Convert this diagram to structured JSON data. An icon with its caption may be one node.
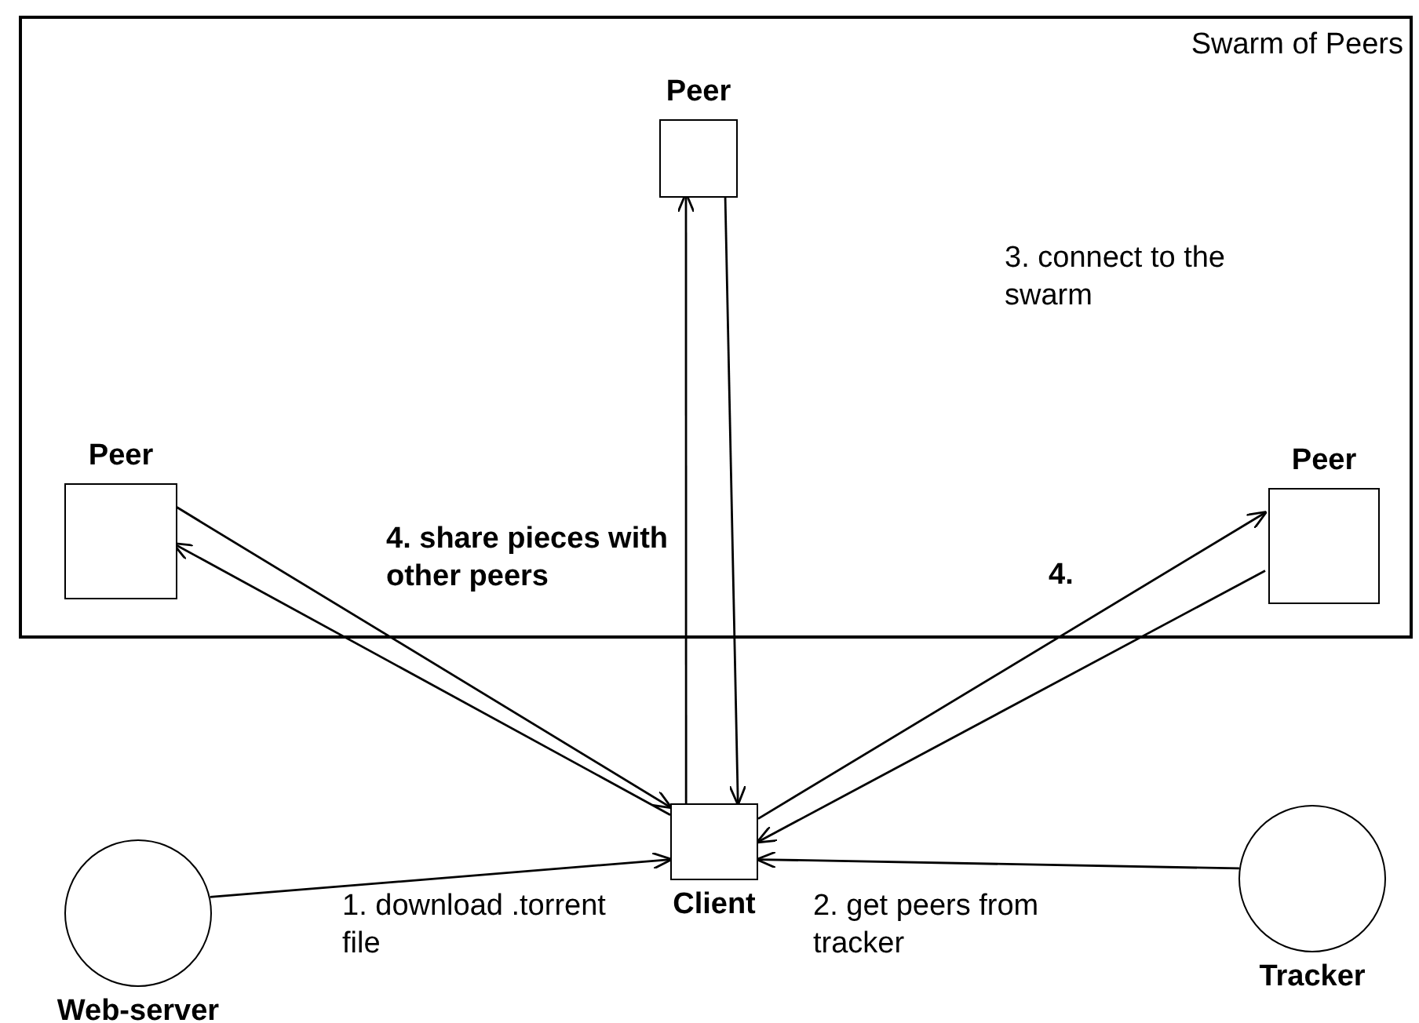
{
  "diagram": {
    "nodes": [
      {
        "text": [
          "Swarm of Peers"
        ]
      },
      {
        "text": [
          "Peer"
        ],
        "in": 0
      },
      {
        "text": [
          "Peer"
        ],
        "in": 0
      },
      {
        "text": [
          "Peer"
        ],
        "in": 0
      },
      {
        "text": [
          "Client"
        ]
      },
      {
        "text": [
          "Web-server"
        ]
      },
      {
        "text": [
          "Tracker"
        ]
      }
    ],
    "edges": [
      {
        "from": 4,
        "to": 1,
        "arrow": "to"
      },
      {
        "from": 1,
        "to": 4,
        "arrow": "to"
      },
      {
        "from": 2,
        "to": 4,
        "arrow": "to"
      },
      {
        "from": 4,
        "to": 2,
        "arrow": "to"
      },
      {
        "from": 4,
        "to": 3,
        "arrow": "to"
      },
      {
        "from": 3,
        "to": 4,
        "arrow": "to"
      },
      {
        "from": 5,
        "to": 4,
        "arrow": "to",
        "label": "1. download .torrent file"
      },
      {
        "from": 6,
        "to": 4,
        "arrow": "to",
        "label": "2. get peers from tracker"
      }
    ],
    "labels": [
      "3. connect to the swarm",
      "4. share pieces with other peers",
      "4."
    ]
  }
}
